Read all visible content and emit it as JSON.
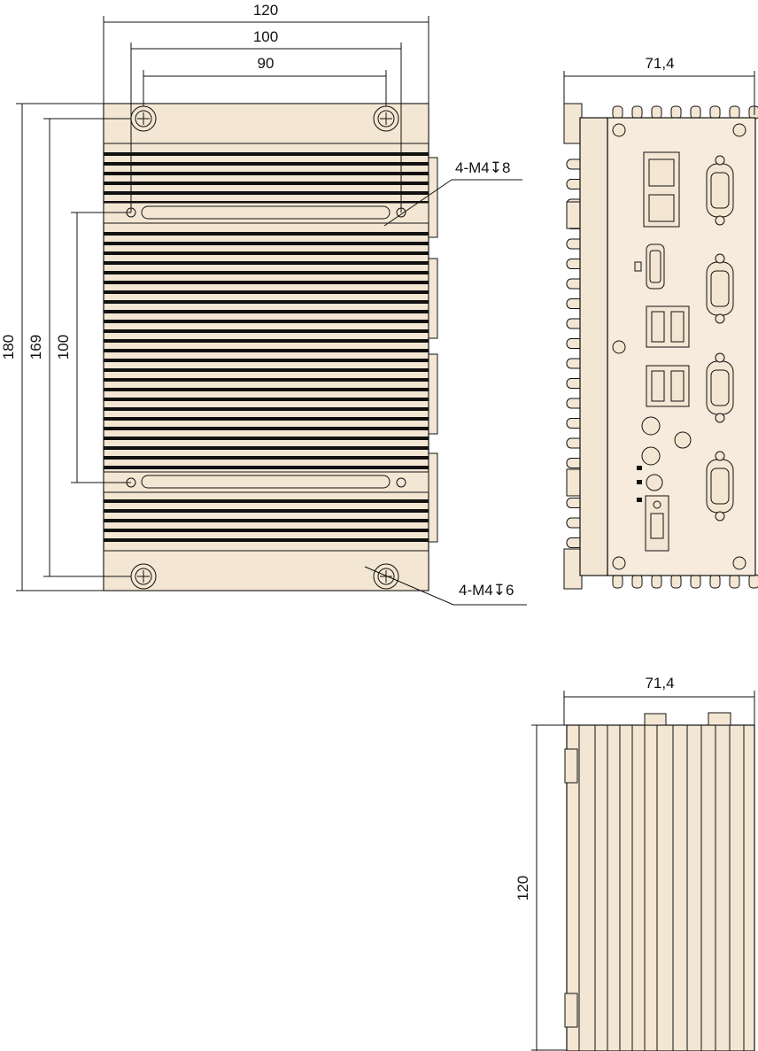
{
  "top_view": {
    "dim_width_outer": "120",
    "dim_width_mid": "100",
    "dim_width_inner": "90",
    "dim_height_outer": "180",
    "dim_height_mid": "169",
    "dim_height_inner": "100",
    "callout_top": "4-M4↧8",
    "callout_bottom": "4-M4↧6"
  },
  "front_view": {
    "dim_width": "71,4"
  },
  "side_view": {
    "dim_width": "71,4",
    "dim_height": "120"
  },
  "colors": {
    "body_fill": "#f3e6d3",
    "line": "#111111"
  }
}
